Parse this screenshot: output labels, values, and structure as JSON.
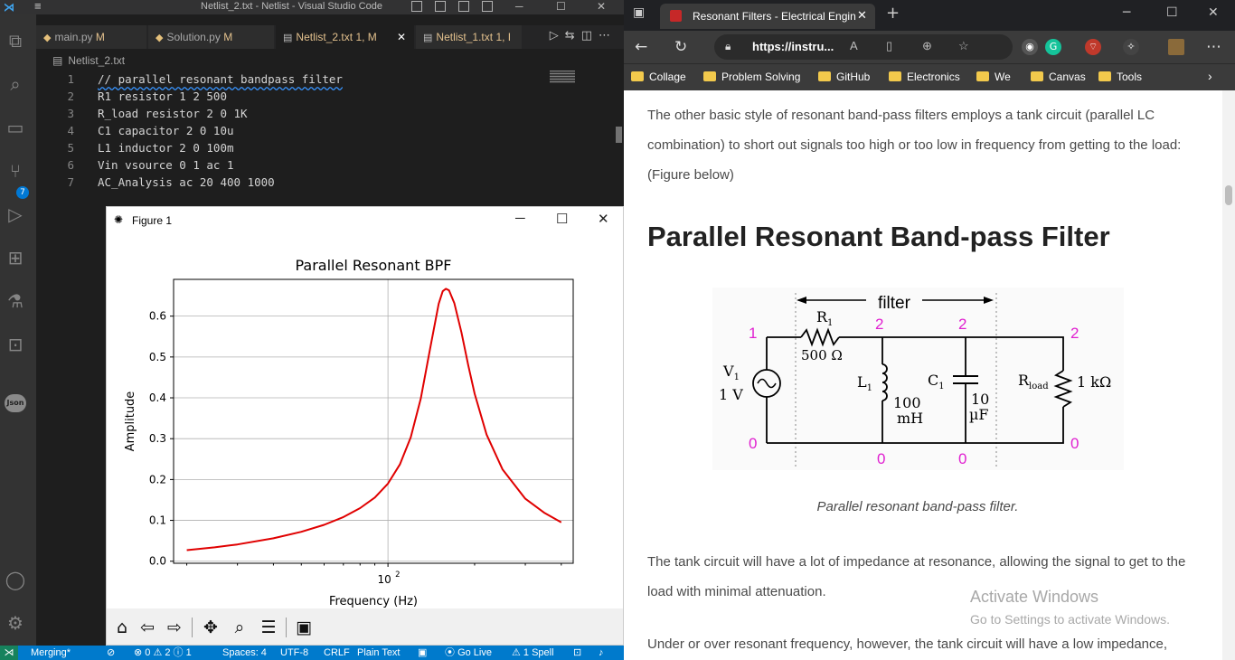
{
  "vscode": {
    "menu_icon": "≡",
    "title": "Netlist_2.txt - Netlist - Visual Studio Code",
    "tabs": [
      {
        "label": "main.py",
        "mod": "M"
      },
      {
        "label": "Solution.py",
        "mod": "M"
      },
      {
        "label": "Netlist_2.txt",
        "mod": "1, M"
      },
      {
        "label": "Netlist_1.txt",
        "mod": "1, I"
      }
    ],
    "breadcrumb": "Netlist_2.txt",
    "code": [
      {
        "n": "1",
        "text": "// parallel resonant bandpass filter"
      },
      {
        "n": "2",
        "text": "R1 resistor 1 2 500"
      },
      {
        "n": "3",
        "text": "R_load resistor 2 0 1K"
      },
      {
        "n": "4",
        "text": "C1 capacitor 2 0 10u"
      },
      {
        "n": "5",
        "text": "L1 inductor 2 0 100m"
      },
      {
        "n": "6",
        "text": "Vin vsource 0 1 ac 1"
      },
      {
        "n": "7",
        "text": "AC_Analysis ac 20 400 1000"
      }
    ],
    "source_control_badge": "7",
    "json_chip": "Json",
    "status": {
      "branch": "Merging*",
      "problems": "⊗ 0 ⚠ 2 ⓘ 1",
      "spaces": "Spaces: 4",
      "encoding": "UTF-8",
      "eol": "CRLF",
      "language": "Plain Text",
      "golive": "Go Live",
      "spell": "⚠ 1 Spell"
    }
  },
  "figure": {
    "window_title": "Figure 1"
  },
  "chart_data": {
    "type": "line",
    "title": "Parallel Resonant BPF",
    "xlabel": "Frequency (Hz)",
    "ylabel": "Amplitude",
    "xscale": "log",
    "xlim": [
      18,
      440
    ],
    "ylim": [
      -0.005,
      0.69
    ],
    "yticks": [
      "0.0",
      "0.1",
      "0.2",
      "0.3",
      "0.4",
      "0.5",
      "0.6"
    ],
    "xtick_major_label": "10",
    "xtick_major_exp": "2",
    "grid": true,
    "series": [
      {
        "color": "#e00000",
        "x": [
          20,
          25,
          30,
          40,
          50,
          60,
          70,
          80,
          90,
          100,
          110,
          120,
          130,
          140,
          150,
          155,
          159,
          163,
          170,
          180,
          190,
          200,
          220,
          250,
          300,
          350,
          400
        ],
        "y": [
          0.027,
          0.034,
          0.041,
          0.056,
          0.072,
          0.089,
          0.108,
          0.13,
          0.156,
          0.19,
          0.237,
          0.303,
          0.398,
          0.52,
          0.63,
          0.661,
          0.667,
          0.663,
          0.632,
          0.56,
          0.48,
          0.41,
          0.31,
          0.225,
          0.153,
          0.118,
          0.095
        ]
      }
    ]
  },
  "browser": {
    "tab_title": "Resonant Filters - Electrical Engin",
    "url": "https://instru...",
    "bookmarks": [
      "Collage",
      "Problem Solving",
      "GitHub",
      "Electronics",
      "We",
      "Canvas",
      "Tools"
    ],
    "para1": "The other basic style of resonant band-pass filters employs a tank circuit (parallel LC combination) to short out signals too high or too low in frequency from getting to the load: (Figure below)",
    "heading": "Parallel Resonant Band-pass Filter",
    "caption": "Parallel resonant band-pass filter.",
    "para2": "The tank circuit will have a lot of impedance at resonance, allowing the signal to get to the load with minimal attenuation.",
    "para3": "Under or over resonant frequency, however, the tank circuit will have a low impedance,",
    "watermark_title": "Activate Windows",
    "watermark_sub": "Go to Settings to activate Windows."
  },
  "circuit": {
    "filter_label": "filter",
    "r1_label": "R",
    "r1_sub": "1",
    "r1_value": "500 Ω",
    "v1_label": "V",
    "v1_sub": "1",
    "v1_value": "1 V",
    "l1_label": "L",
    "l1_sub": "1",
    "l1_value_1": "100",
    "l1_value_2": "mH",
    "c1_label": "C",
    "c1_sub": "1",
    "c1_value_1": "10",
    "c1_value_2": "µF",
    "rload_label": "R",
    "rload_sub": "load",
    "rload_value": "1 kΩ",
    "node_1": "1",
    "node_2": "2",
    "node_0": "0",
    "node_color": "#e020d0"
  }
}
